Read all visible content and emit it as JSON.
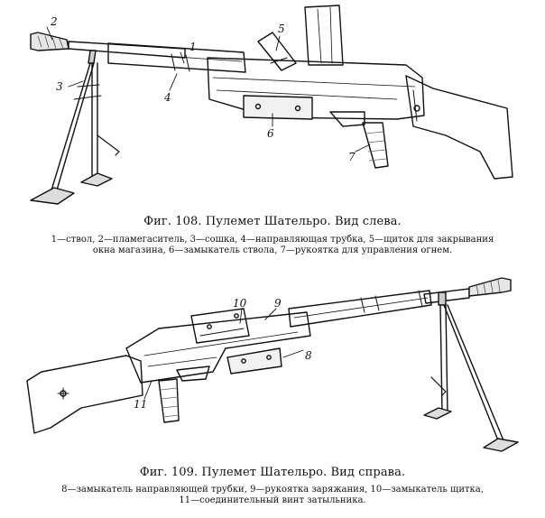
{
  "figure1": {
    "caption": "Фиг. 108. Пулемет Шательро. Вид слева.",
    "legend_line1": "1—ствол, 2—пламегаситель, 3—сошка, 4—направляющая трубка, 5—щиток для закрывания",
    "legend_line2": "окна магазина, 6—замыкатель ствола, 7—рукоятка для управления огнем.",
    "callouts": [
      "1",
      "2",
      "3",
      "4",
      "5",
      "6",
      "7"
    ]
  },
  "figure2": {
    "caption": "Фиг. 109. Пулемет Шательро. Вид справа.",
    "legend_line1": "8—замыкатель направляющей трубки, 9—рукоятка заряжания, 10—замыкатель щитка,",
    "legend_line2": "11—соединительный винт затыльника.",
    "callouts": [
      "8",
      "9",
      "10",
      "11"
    ]
  },
  "colors": {
    "ink": "#111111",
    "paper": "#ffffff"
  }
}
